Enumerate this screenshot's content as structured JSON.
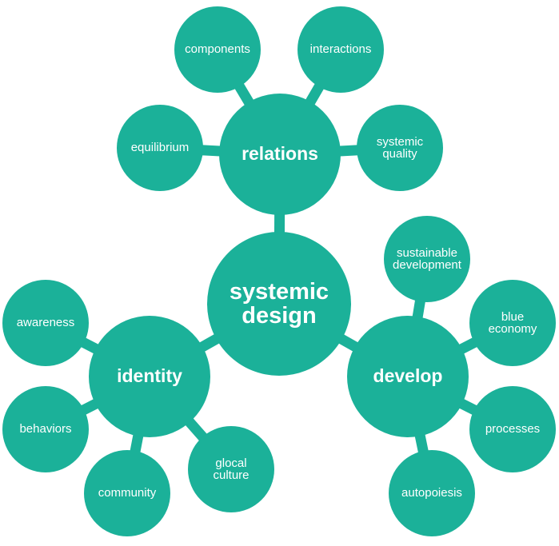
{
  "colors": {
    "node_fill": "#1bb199",
    "text": "#ffffff",
    "background": "#ffffff"
  },
  "center": {
    "label": "systemic\ndesign"
  },
  "hubs": {
    "relations": "relations",
    "identity": "identity",
    "develop": "develop"
  },
  "leaves": {
    "components": "components",
    "interactions": "interactions",
    "equilibrium": "equilibrium",
    "systemic_quality": "systemic\nquality",
    "sustainable_development": "sustainable\ndevelopment",
    "blue_economy": "blue\neconomy",
    "processes": "processes",
    "autopoiesis": "autopoiesis",
    "awareness": "awareness",
    "behaviors": "behaviors",
    "community": "community",
    "glocal_culture": "glocal\nculture"
  }
}
